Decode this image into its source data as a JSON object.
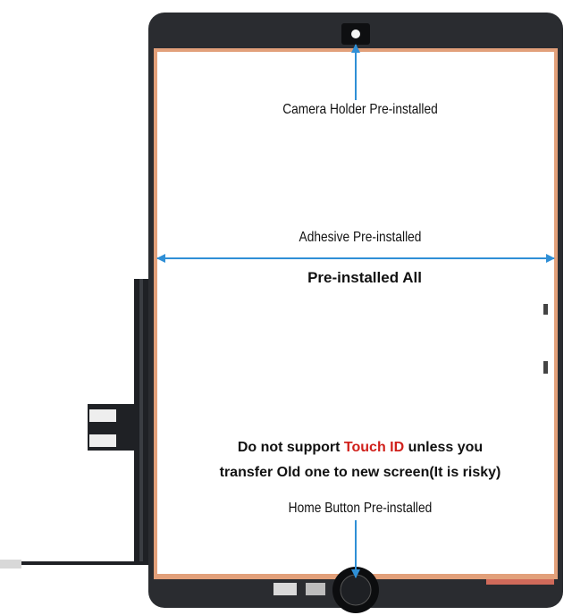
{
  "labels": {
    "camera": "Camera Holder Pre-installed",
    "adhesive": "Adhesive Pre-installed",
    "all": "Pre-installed All",
    "notice_line1_a": "Do not support ",
    "notice_line1_highlight": "Touch ID",
    "notice_line1_b": " unless you",
    "notice_line2": "transfer Old one to new screen(It is risky)",
    "home": "Home Button Pre-installed"
  },
  "colors": {
    "frame": "#2a2c30",
    "adhesive": "#e2a07a",
    "glass": "#ffffff",
    "arrow": "#2f8fd6",
    "highlight": "#d0201b",
    "label_paper": "#f2f2f2"
  }
}
